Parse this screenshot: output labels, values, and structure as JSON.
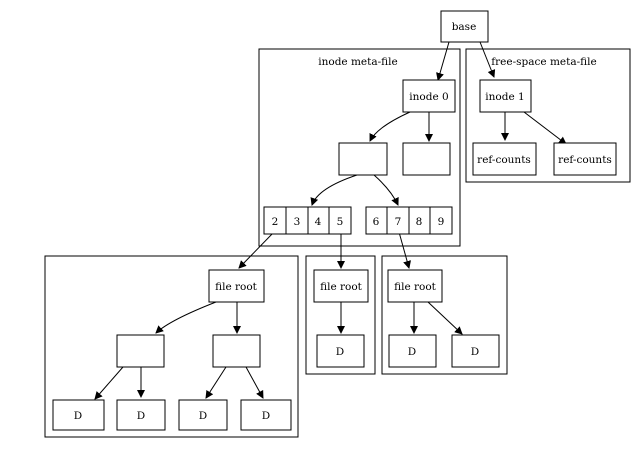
{
  "diagram": {
    "nodes": {
      "base": "base",
      "inode0": "inode 0",
      "inode1": "inode 1",
      "refcounts_a": "ref-counts",
      "refcounts_b": "ref-counts",
      "blank_a": "",
      "blank_b": "",
      "array_left": [
        "2",
        "3",
        "4",
        "5"
      ],
      "array_right": [
        "6",
        "7",
        "8",
        "9"
      ],
      "fileroot_a": "file root",
      "fileroot_b": "file root",
      "fileroot_c": "file root",
      "blank_c": "",
      "blank_d": "",
      "data": [
        "D",
        "D",
        "D",
        "D",
        "D",
        "D",
        "D"
      ]
    },
    "clusters": {
      "inode_meta_file": "inode meta-file",
      "free_space_meta_file": "free-space meta-file"
    }
  }
}
